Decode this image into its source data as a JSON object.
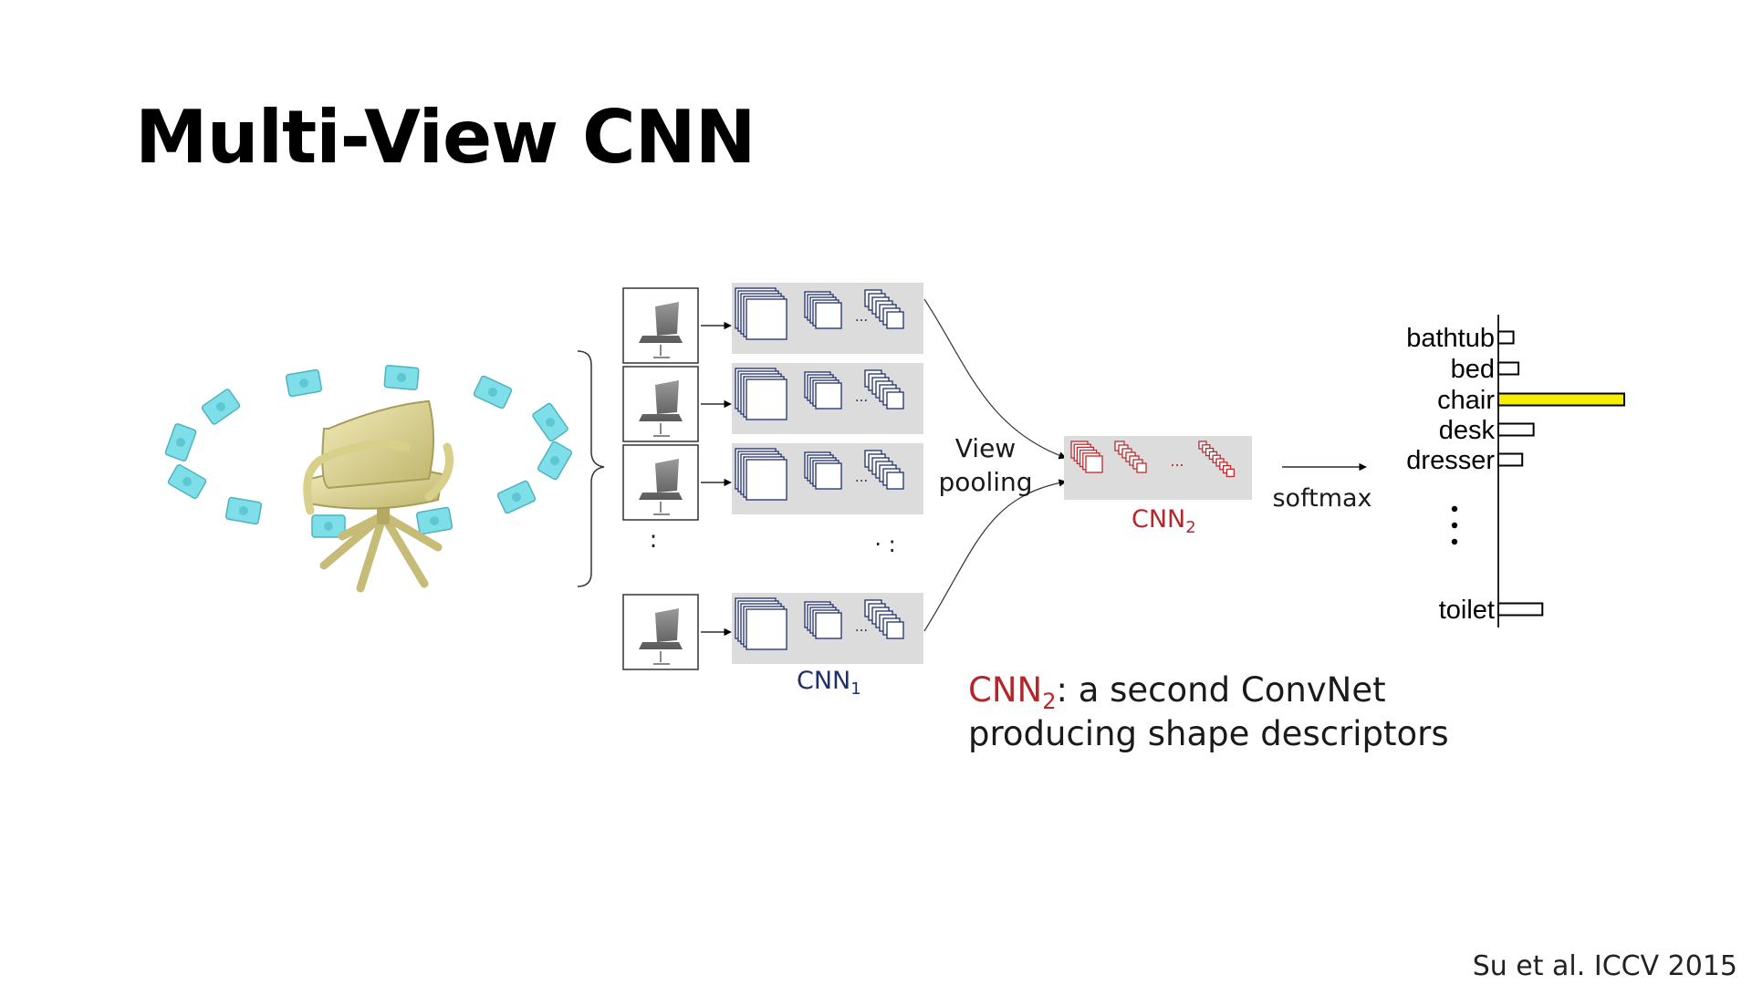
{
  "title": "Multi-View CNN",
  "citation": "Su et al. ICCV 2015",
  "pipeline": {
    "view_pooling_label": [
      "View",
      "pooling"
    ],
    "cnn1_label": "CNN",
    "cnn1_subscript": "1",
    "cnn2_label": "CNN",
    "cnn2_subscript": "2",
    "softmax_label": "softmax",
    "dots_horizontal": "...",
    "dots_vertical": ":"
  },
  "caption": {
    "term": "CNN",
    "term_subscript": "2",
    "line1_rest": ": a second ConvNet",
    "line2": "producing shape descriptors"
  },
  "colors": {
    "highlight_bar": "#f5ee00",
    "cnn1_stroke": "#1f2f6e",
    "cnn2_stroke": "#c0282e",
    "camera": "#7fdfe8",
    "chair": "#e6dd9a",
    "panel": "#dcdcdc"
  },
  "chart_data": {
    "type": "bar",
    "categories": [
      "bathtub",
      "bed",
      "chair",
      "desk",
      "dresser",
      "toilet"
    ],
    "values": [
      0.12,
      0.16,
      1.0,
      0.28,
      0.19,
      0.35
    ],
    "highlighted_category": "chair",
    "gap_after_index": 4,
    "orientation": "horizontal"
  }
}
